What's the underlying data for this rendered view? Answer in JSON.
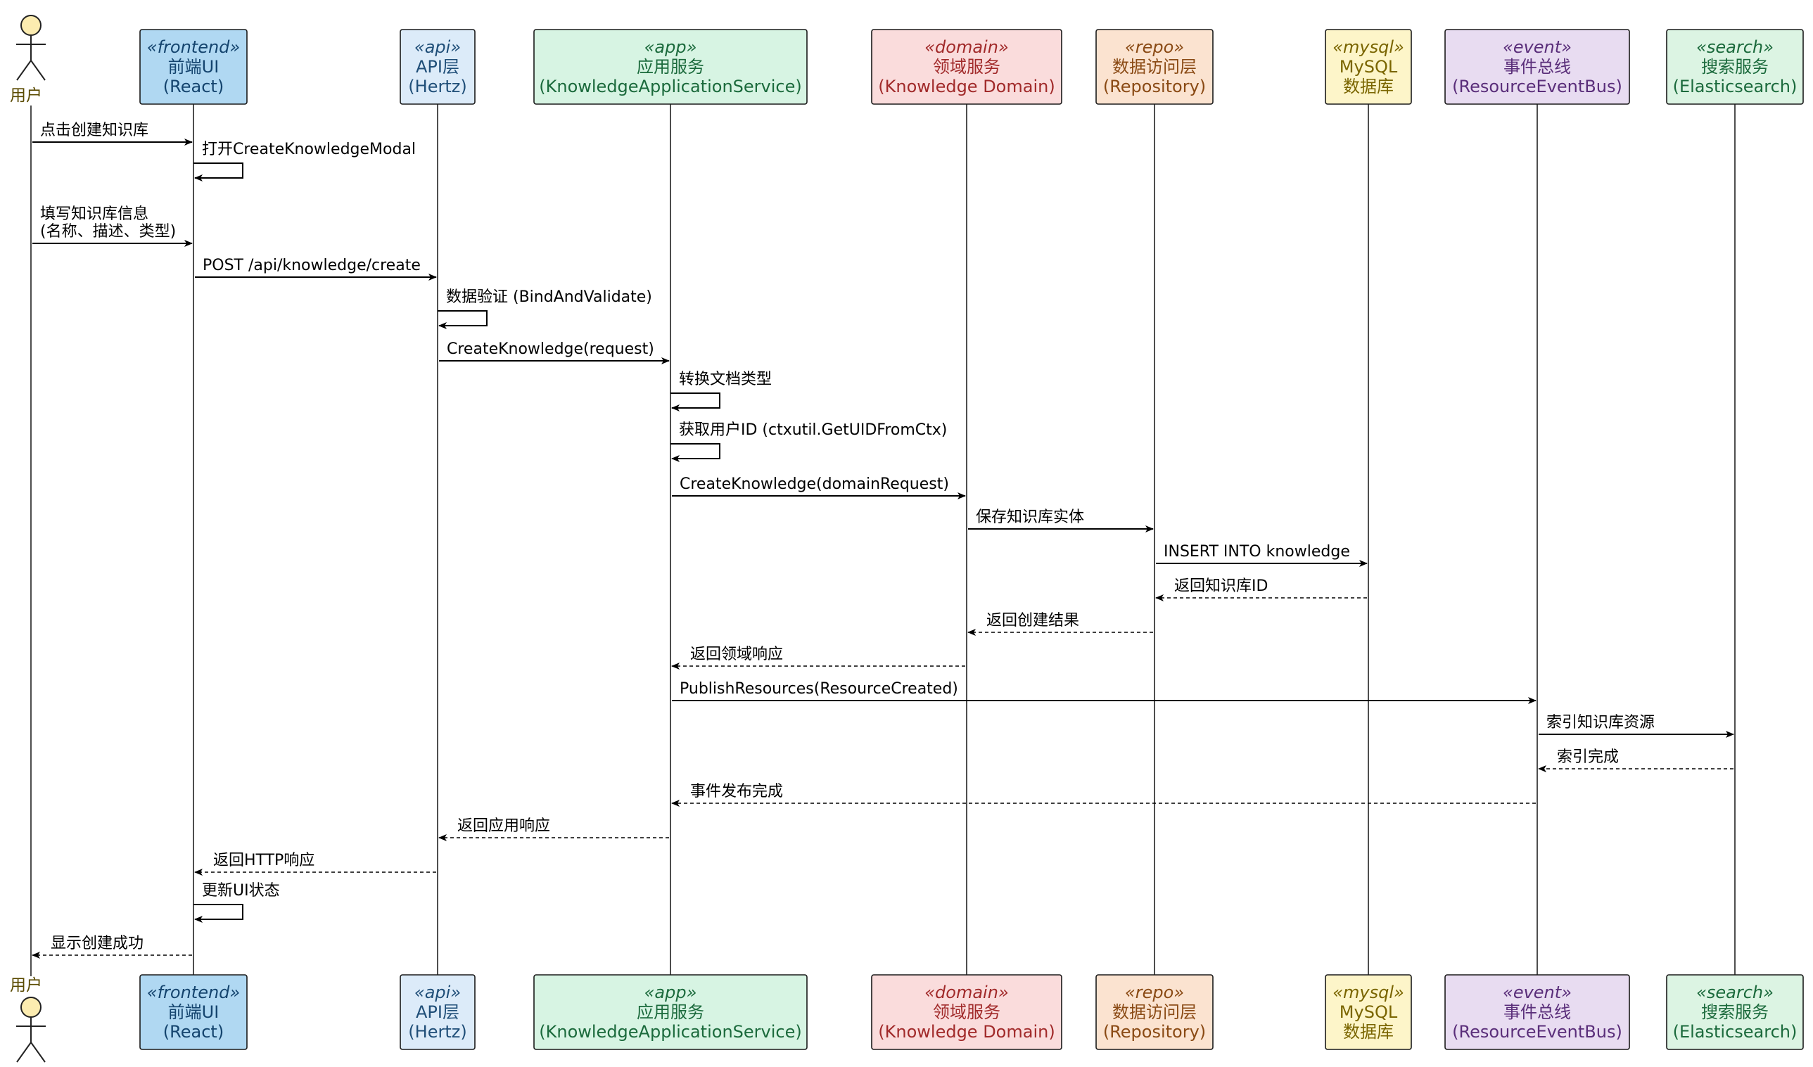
{
  "actor": {
    "label": "用户",
    "fill": "#fcecb0",
    "text_color": "#5a4a00"
  },
  "participants": [
    {
      "id": "frontend",
      "stereotype": "«frontend»",
      "name": "前端UI",
      "sub": "(React)",
      "fill": "#b0d8f2",
      "text_color": "#14446e"
    },
    {
      "id": "api",
      "stereotype": "«api»",
      "name": "API层",
      "sub": "(Hertz)",
      "fill": "#dcebf9",
      "text_color": "#1f4e78"
    },
    {
      "id": "app",
      "stereotype": "«app»",
      "name": "应用服务",
      "sub": "(KnowledgeApplicationService)",
      "fill": "#d7f4e3",
      "text_color": "#1b6a3c"
    },
    {
      "id": "domain",
      "stereotype": "«domain»",
      "name": "领域服务",
      "sub": "(Knowledge Domain)",
      "fill": "#fadcdc",
      "text_color": "#a12a2a"
    },
    {
      "id": "repo",
      "stereotype": "«repo»",
      "name": "数据访问层",
      "sub": "(Repository)",
      "fill": "#fbe3d0",
      "text_color": "#8a4a14"
    },
    {
      "id": "mysql",
      "stereotype": "«mysql»",
      "name": "MySQL",
      "sub": "数据库",
      "fill": "#fdf5c9",
      "text_color": "#7a6500"
    },
    {
      "id": "event",
      "stereotype": "«event»",
      "name": "事件总线",
      "sub": "(ResourceEventBus)",
      "fill": "#e8dcf1",
      "text_color": "#5a2e7a"
    },
    {
      "id": "search",
      "stereotype": "«search»",
      "name": "搜索服务",
      "sub": "(Elasticsearch)",
      "fill": "#dcf4e3",
      "text_color": "#1b6a3c"
    }
  ],
  "messages": [
    {
      "from": "user",
      "to": "frontend",
      "label": [
        "点击创建知识库"
      ],
      "dashed": false
    },
    {
      "from": "frontend",
      "to": "frontend",
      "label": [
        "打开CreateKnowledgeModal"
      ],
      "dashed": false
    },
    {
      "from": "user",
      "to": "frontend",
      "label": [
        "填写知识库信息",
        "(名称、描述、类型)"
      ],
      "dashed": false
    },
    {
      "from": "frontend",
      "to": "api",
      "label": [
        "POST /api/knowledge/create"
      ],
      "dashed": false
    },
    {
      "from": "api",
      "to": "api",
      "label": [
        "数据验证 (BindAndValidate)"
      ],
      "dashed": false
    },
    {
      "from": "api",
      "to": "app",
      "label": [
        "CreateKnowledge(request)"
      ],
      "dashed": false
    },
    {
      "from": "app",
      "to": "app",
      "label": [
        "转换文档类型"
      ],
      "dashed": false
    },
    {
      "from": "app",
      "to": "app",
      "label": [
        "获取用户ID (ctxutil.GetUIDFromCtx)"
      ],
      "dashed": false
    },
    {
      "from": "app",
      "to": "domain",
      "label": [
        "CreateKnowledge(domainRequest)"
      ],
      "dashed": false
    },
    {
      "from": "domain",
      "to": "repo",
      "label": [
        "保存知识库实体"
      ],
      "dashed": false
    },
    {
      "from": "repo",
      "to": "mysql",
      "label": [
        "INSERT INTO knowledge"
      ],
      "dashed": false
    },
    {
      "from": "mysql",
      "to": "repo",
      "label": [
        "返回知识库ID"
      ],
      "dashed": true
    },
    {
      "from": "repo",
      "to": "domain",
      "label": [
        "返回创建结果"
      ],
      "dashed": true
    },
    {
      "from": "domain",
      "to": "app",
      "label": [
        "返回领域响应"
      ],
      "dashed": true
    },
    {
      "from": "app",
      "to": "event",
      "label": [
        "PublishResources(ResourceCreated)"
      ],
      "dashed": false
    },
    {
      "from": "event",
      "to": "search",
      "label": [
        "索引知识库资源"
      ],
      "dashed": false
    },
    {
      "from": "search",
      "to": "event",
      "label": [
        "索引完成"
      ],
      "dashed": true
    },
    {
      "from": "event",
      "to": "app",
      "label": [
        "事件发布完成"
      ],
      "dashed": true
    },
    {
      "from": "app",
      "to": "api",
      "label": [
        "返回应用响应"
      ],
      "dashed": true
    },
    {
      "from": "api",
      "to": "frontend",
      "label": [
        "返回HTTP响应"
      ],
      "dashed": true
    },
    {
      "from": "frontend",
      "to": "frontend",
      "label": [
        "更新UI状态"
      ],
      "dashed": false
    },
    {
      "from": "frontend",
      "to": "user",
      "label": [
        "显示创建成功"
      ],
      "dashed": true
    }
  ]
}
